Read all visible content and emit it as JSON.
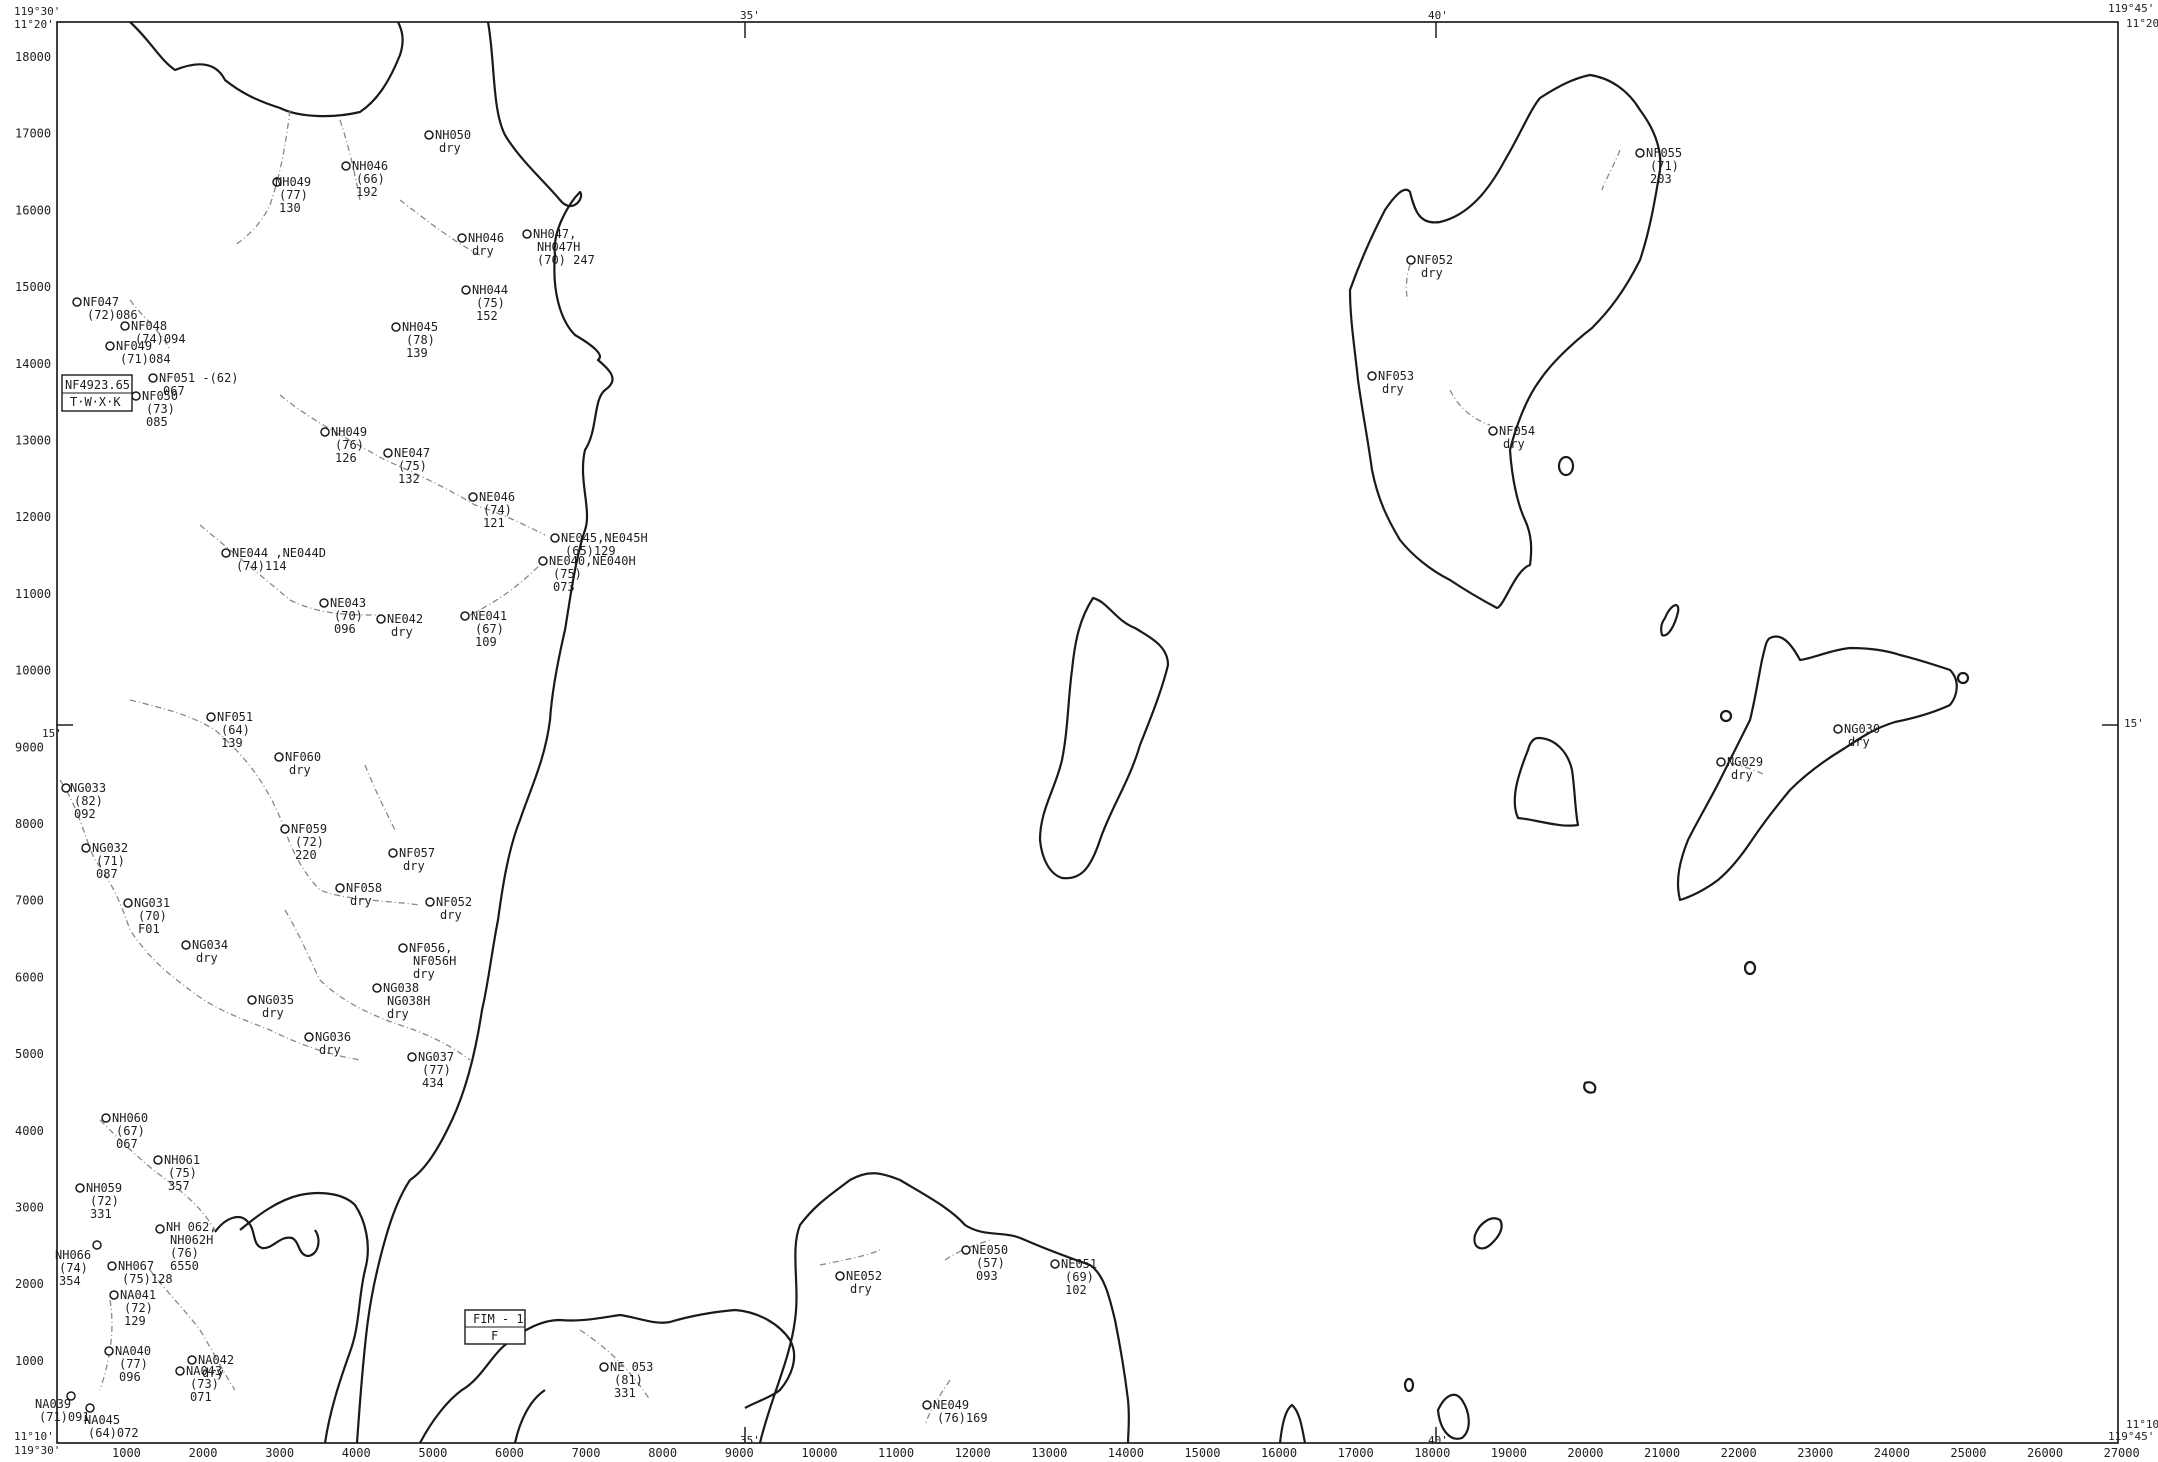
{
  "corners": {
    "top_left_lon": "119°30'",
    "top_left_lat": "11°20'",
    "top_right_lon": "119°45'",
    "top_right_lat": "11°20'",
    "bottom_left_lon": "119°30'",
    "bottom_left_lat": "11°10'",
    "bottom_right_lon": "119°45'",
    "bottom_right_lat": "11°10'"
  },
  "minute_labels": {
    "top_35": "35'",
    "top_40": "40'",
    "bottom_35": "35'",
    "bottom_40": "40'",
    "left_15": "15'",
    "right_15": "15'"
  },
  "x_axis_labels": [
    "1000",
    "2000",
    "3000",
    "4000",
    "5000",
    "6000",
    "7000",
    "8000",
    "9000",
    "10000",
    "11000",
    "12000",
    "13000",
    "14000",
    "15000",
    "16000",
    "17000",
    "18000",
    "19000",
    "20000",
    "21000",
    "22000",
    "23000",
    "24000",
    "25000",
    "26000",
    "27000"
  ],
  "y_axis_labels": [
    "18000",
    "17000",
    "16000",
    "15000",
    "14000",
    "13000",
    "12000",
    "11000",
    "10000",
    "9000",
    "8000",
    "7000",
    "6000",
    "5000",
    "4000",
    "3000",
    "2000",
    "1000"
  ],
  "wells": [
    {
      "id": "NH050",
      "lines": [
        "NH050",
        "dry"
      ]
    },
    {
      "id": "NH046a",
      "lines": [
        "NH046",
        "(66)",
        "192"
      ]
    },
    {
      "id": "NH049a",
      "lines": [
        "NH049",
        "(77)",
        "130"
      ]
    },
    {
      "id": "NH046b",
      "lines": [
        "NH046",
        "dry"
      ]
    },
    {
      "id": "NH047",
      "lines": [
        "NH047,",
        "NH047H",
        "(70) 247"
      ]
    },
    {
      "id": "NH044",
      "lines": [
        "NH044",
        "(75)",
        "152"
      ]
    },
    {
      "id": "NH045",
      "lines": [
        "NH045",
        "(78)",
        "139"
      ]
    },
    {
      "id": "NF047a",
      "lines": [
        "NF047",
        "(72)086"
      ]
    },
    {
      "id": "NF048",
      "lines": [
        "NF048",
        "(74)094"
      ]
    },
    {
      "id": "NF049a",
      "lines": [
        "NF049",
        "(71)084"
      ]
    },
    {
      "id": "NF051a",
      "lines": [
        "NF051 -(62)",
        "067"
      ]
    },
    {
      "id": "NF050",
      "lines": [
        "NF050",
        "(73)",
        "085"
      ]
    },
    {
      "id": "NH049b",
      "lines": [
        "NH049",
        "(76)",
        "126"
      ]
    },
    {
      "id": "NE047",
      "lines": [
        "NE047",
        "(75)",
        "132"
      ]
    },
    {
      "id": "NE046",
      "lines": [
        "NE046",
        "(74)",
        "121"
      ]
    },
    {
      "id": "NE045",
      "lines": [
        "NE045,NE045H",
        "(65)129"
      ]
    },
    {
      "id": "NE044",
      "lines": [
        "NE044 ,NE044D",
        "(74)114"
      ]
    },
    {
      "id": "NE040",
      "lines": [
        "NE040,NE040H",
        "(75)",
        "073"
      ]
    },
    {
      "id": "NE043",
      "lines": [
        "NE043",
        "(70)",
        "096"
      ]
    },
    {
      "id": "NE042",
      "lines": [
        "NE042",
        "dry"
      ]
    },
    {
      "id": "NE041",
      "lines": [
        "NE041",
        "(67)",
        "109"
      ]
    },
    {
      "id": "NF051b",
      "lines": [
        "NF051",
        "(64)",
        "139"
      ]
    },
    {
      "id": "NF060",
      "lines": [
        "NF060",
        "dry"
      ]
    },
    {
      "id": "NG033",
      "lines": [
        "NG033",
        "(82)",
        "092"
      ]
    },
    {
      "id": "NG032",
      "lines": [
        "NG032",
        "(71)",
        "087"
      ]
    },
    {
      "id": "NF059",
      "lines": [
        "NF059",
        "(72)",
        "220"
      ]
    },
    {
      "id": "NF057",
      "lines": [
        "NF057",
        "dry"
      ]
    },
    {
      "id": "NF058",
      "lines": [
        "NF058",
        "dry"
      ]
    },
    {
      "id": "NF052a",
      "lines": [
        "NF052",
        "dry"
      ]
    },
    {
      "id": "NG031",
      "lines": [
        "NG031",
        "(70)",
        "F01"
      ]
    },
    {
      "id": "NG034",
      "lines": [
        "NG034",
        "dry"
      ]
    },
    {
      "id": "NF056",
      "lines": [
        "NF056,",
        "NF056H",
        "dry"
      ]
    },
    {
      "id": "NG035",
      "lines": [
        "NG035",
        "dry"
      ]
    },
    {
      "id": "NG038",
      "lines": [
        "NG038",
        "NG038H",
        "dry"
      ]
    },
    {
      "id": "NG036",
      "lines": [
        "NG036",
        "dry"
      ]
    },
    {
      "id": "NG037",
      "lines": [
        "NG037",
        "(77)",
        "434"
      ]
    },
    {
      "id": "NH060",
      "lines": [
        "NH060",
        "(67)",
        "067"
      ]
    },
    {
      "id": "NH061",
      "lines": [
        "NH061",
        "(75)",
        "357"
      ]
    },
    {
      "id": "NH059",
      "lines": [
        "NH059",
        "(72)",
        "331"
      ]
    },
    {
      "id": "NH066",
      "lines": [
        "NH066",
        "(74)",
        "354"
      ]
    },
    {
      "id": "NH062",
      "lines": [
        "NH 062,",
        "NH062H",
        "(76)",
        "6550"
      ]
    },
    {
      "id": "NH067",
      "lines": [
        "NH067",
        "(75)128"
      ]
    },
    {
      "id": "NA041",
      "lines": [
        "NA041",
        "(72)",
        "129"
      ]
    },
    {
      "id": "NA040",
      "lines": [
        "NA040",
        "(77)",
        "096"
      ]
    },
    {
      "id": "NA042",
      "lines": [
        "NA042",
        "dry"
      ]
    },
    {
      "id": "NA043",
      "lines": [
        "NA043",
        "(73)",
        "071"
      ]
    },
    {
      "id": "NA039",
      "lines": [
        "NA039",
        "(71)091"
      ]
    },
    {
      "id": "NA045",
      "lines": [
        "NA045",
        "(64)072"
      ]
    },
    {
      "id": "NF055",
      "lines": [
        "NF055",
        "(71)",
        "203"
      ]
    },
    {
      "id": "NF052b",
      "lines": [
        "NF052",
        "dry"
      ]
    },
    {
      "id": "NF053",
      "lines": [
        "NF053",
        "dry"
      ]
    },
    {
      "id": "NF054",
      "lines": [
        "NF054",
        "dry"
      ]
    },
    {
      "id": "NG030",
      "lines": [
        "NG030",
        "dry"
      ]
    },
    {
      "id": "NG029",
      "lines": [
        "NG029",
        "dry"
      ]
    },
    {
      "id": "NE052",
      "lines": [
        "NE052",
        "dry"
      ]
    },
    {
      "id": "NE050",
      "lines": [
        "NE050",
        "(57)",
        "093"
      ]
    },
    {
      "id": "NE051",
      "lines": [
        "NE051",
        "(69)",
        "102"
      ]
    },
    {
      "id": "NE053",
      "lines": [
        "NE 053",
        "(81)",
        "331"
      ]
    },
    {
      "id": "NE049",
      "lines": [
        "NE049",
        "(76)169"
      ]
    }
  ],
  "boxes": {
    "twxk_top": "NF4923.65",
    "twxk_bottom": "T·W·X·K",
    "fim_top": "FIM - 1",
    "fim_bottom": "F"
  }
}
